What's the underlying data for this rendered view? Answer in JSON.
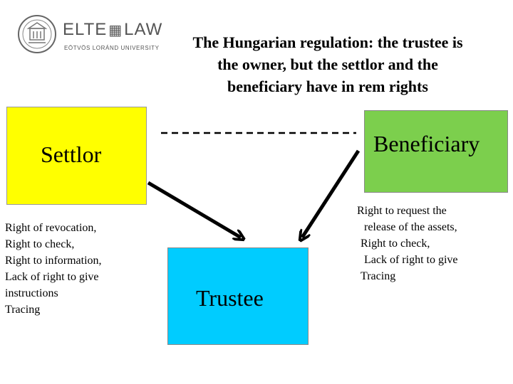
{
  "header": {
    "logo_wordmark_left": "ELTE",
    "logo_wordmark_right": "LAW",
    "logo_subline": "EÖTVÖS LORÁND UNIVERSITY"
  },
  "slide": {
    "title_lines": [
      "The Hungarian regulation: the trustee is",
      "the owner, but the settlor and the",
      "beneficiary have in rem rights"
    ]
  },
  "nodes": {
    "settlor": {
      "label": "Settlor",
      "color": "#ffff00"
    },
    "beneficiary": {
      "label": "Beneficiary",
      "color": "#7ccf4d"
    },
    "trustee": {
      "label": "Trustee",
      "color": "#00ccff"
    }
  },
  "rights": {
    "settlor": [
      "Right of revocation,",
      "Right to check,",
      "Right to information,",
      "Lack of right to give",
      "instructions",
      "Tracing"
    ],
    "beneficiary": [
      "Right to request the",
      "release of the assets,",
      "Right to check,",
      "Lack of right to give",
      "Tracing"
    ]
  }
}
